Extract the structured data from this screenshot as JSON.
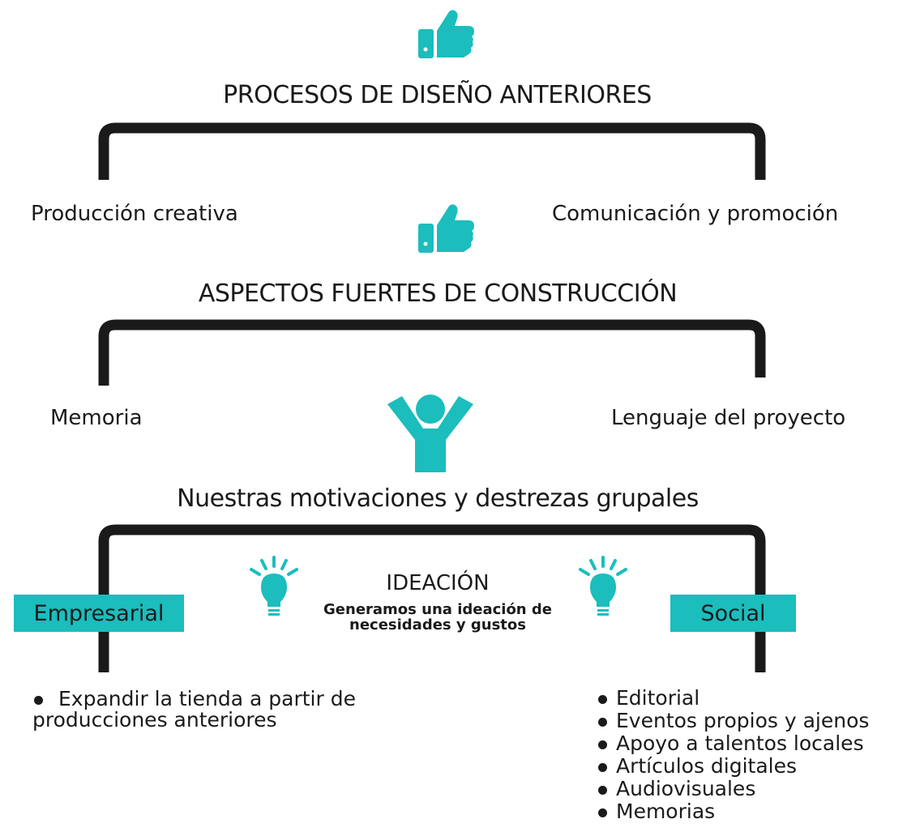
{
  "colors": {
    "accent": "#1bbdbd",
    "bracket": "#1a1a1a"
  },
  "sections": [
    {
      "icon": "thumbs-up-icon",
      "title": "PROCESOS DE DISEÑO ANTERIORES",
      "left": "Producción creativa",
      "right": "Comunicación y promoción"
    },
    {
      "icon": "thumbs-up-icon",
      "title": "ASPECTOS FUERTES DE CONSTRUCCIÓN",
      "left": "Memoria",
      "right": "Lenguaje del proyecto"
    },
    {
      "icon": "person-raised-arms-icon",
      "title": "Nuestras motivaciones y destrezas grupales",
      "left_box": "Empresarial",
      "right_box": "Social"
    }
  ],
  "ideation": {
    "icon": "lightbulb-icon",
    "title": "IDEACIÓN",
    "subtitle_line1": "Generamos una ideación de",
    "subtitle_line2": "necesidades y gustos"
  },
  "empresarial_items": [
    {
      "line1": "Expandir la tienda a partir de",
      "line2": "producciones anteriores"
    }
  ],
  "social_items": [
    "Editorial",
    "Eventos propios y ajenos",
    "Apoyo a talentos locales",
    "Artículos digitales",
    "Audiovisuales",
    "Memorias"
  ]
}
